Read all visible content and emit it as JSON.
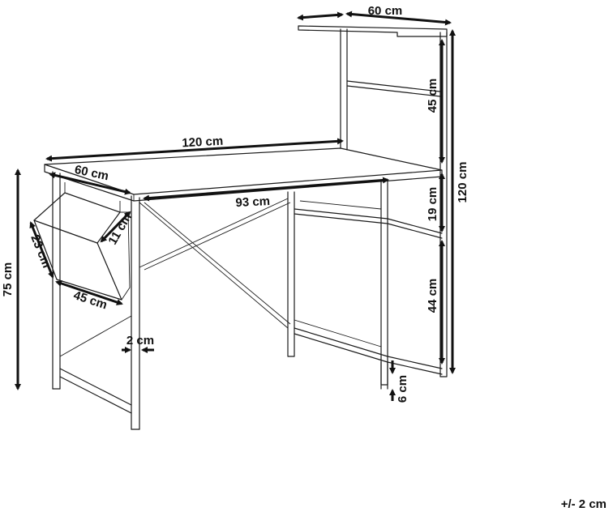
{
  "dimensions": {
    "shelf_width": "60 cm",
    "upper_shelf_height": "45 cm",
    "total_height": "120 cm",
    "desk_width": "120 cm",
    "desk_depth": "60 cm",
    "inner_width": "93 cm",
    "mid_shelf_height": "19 cm",
    "bag_depth": "11 cm",
    "bag_height": "23 cm",
    "desk_height": "75 cm",
    "bag_width": "45 cm",
    "lower_shelf_height": "44 cm",
    "frame_thickness": "2 cm",
    "foot_clearance": "6 cm"
  },
  "tolerance": "+/- 2 cm"
}
